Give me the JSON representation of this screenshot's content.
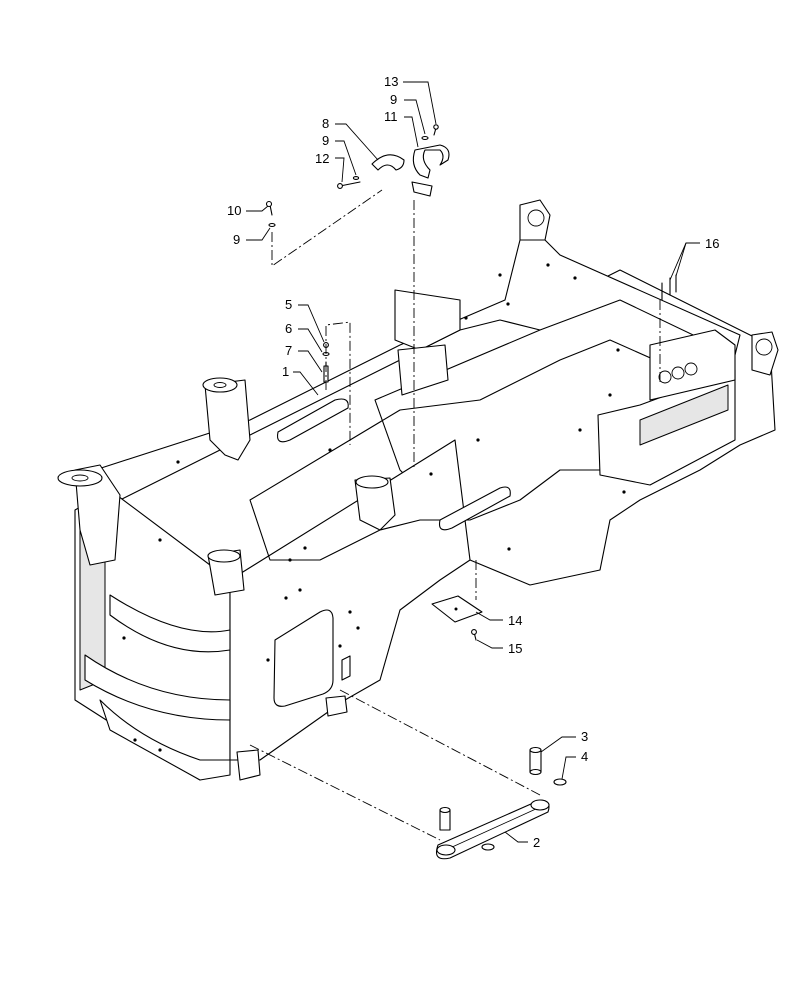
{
  "callouts": {
    "c1": "1",
    "c2": "2",
    "c3": "3",
    "c4": "4",
    "c5": "5",
    "c6": "6",
    "c7": "7",
    "c8": "8",
    "c9a": "9",
    "c9b": "9",
    "c9c": "9",
    "c10": "10",
    "c11": "11",
    "c12": "12",
    "c13": "13",
    "c14": "14",
    "c15": "15",
    "c16": "16"
  }
}
